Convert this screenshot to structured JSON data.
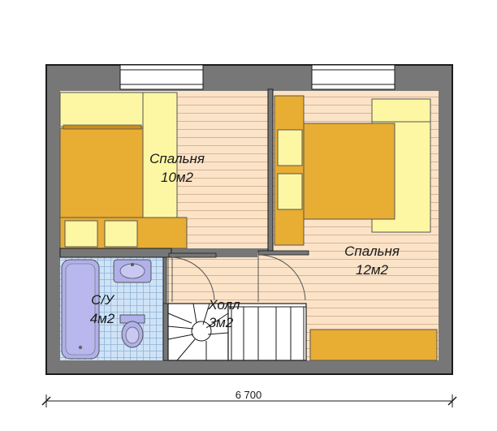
{
  "rooms": {
    "bedroom_left": {
      "name": "Спальня",
      "area": "10м2"
    },
    "bedroom_right": {
      "name": "Спальня",
      "area": "12м2"
    },
    "bathroom": {
      "name": "С/У",
      "area": "4м2"
    },
    "hall": {
      "name": "Холл",
      "area": "3м2"
    }
  },
  "dimensions": {
    "overall_width": "6 700"
  },
  "colors": {
    "wall": "#777777",
    "floor_wood": "#fbe3c8",
    "floor_line": "#d9b48f",
    "furniture_orange": "#e8ad33",
    "furniture_yellow": "#fdf7a4",
    "tile": "#cfe3f7",
    "bathtub": "#b0b0ea"
  }
}
